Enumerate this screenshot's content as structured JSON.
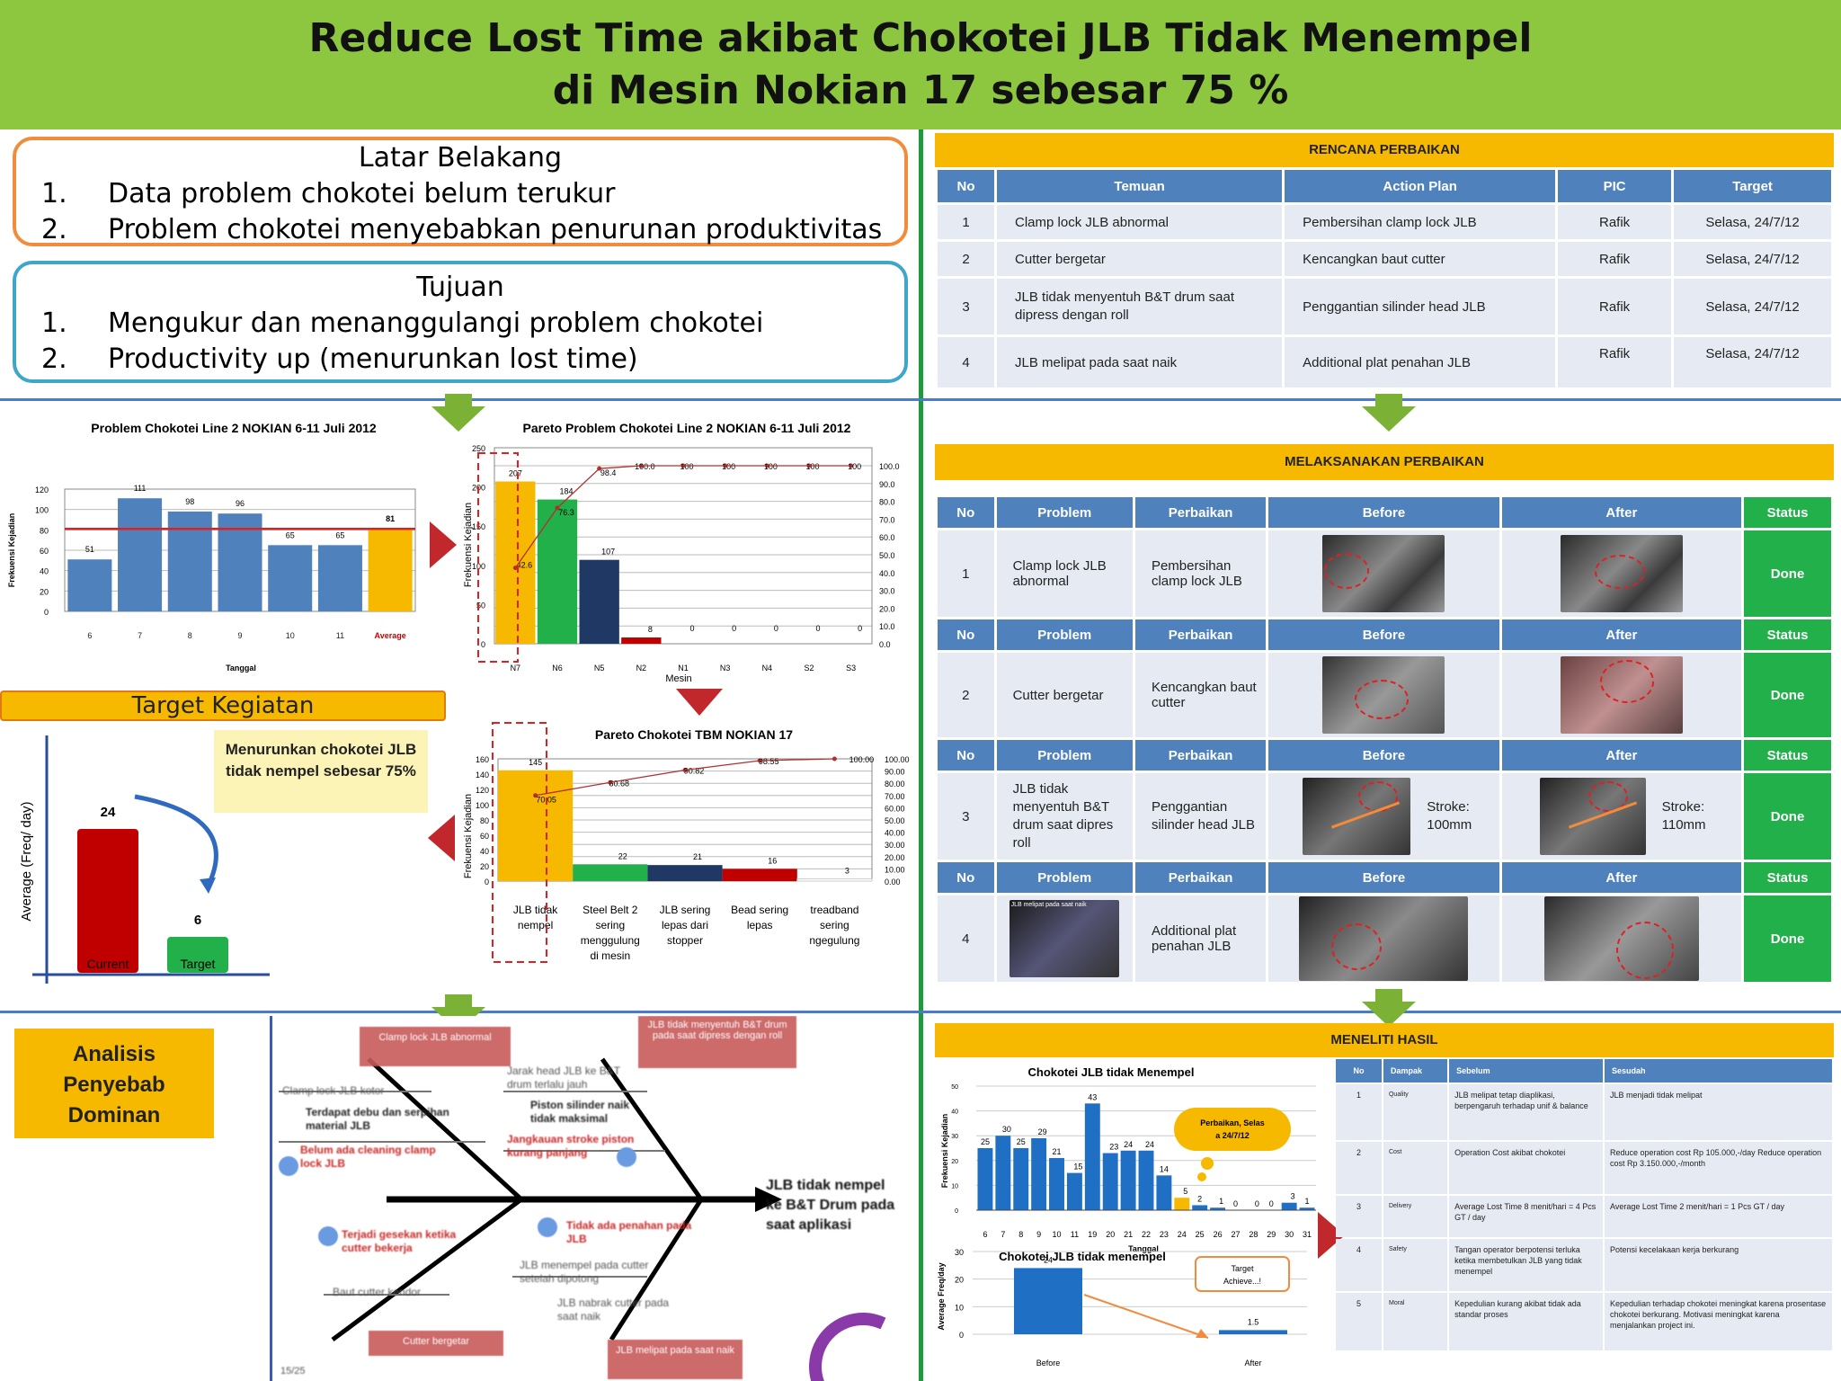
{
  "header": {
    "title_line1": "Reduce Lost Time akibat Chokotei JLB Tidak Menempel",
    "title_line2": "di Mesin Nokian 17 sebesar 75 %"
  },
  "latar": {
    "title": "Latar Belakang",
    "items": [
      {
        "n": "1.",
        "text": "Data problem chokotei belum terukur"
      },
      {
        "n": "2.",
        "text": "Problem chokotei menyebabkan penurunan produktivitas"
      }
    ]
  },
  "tujuan": {
    "title": "Tujuan",
    "items": [
      {
        "n": "1.",
        "text": "Mengukur dan menanggulangi problem chokotei"
      },
      {
        "n": "2.",
        "text": "Productivity up (menurunkan lost time)"
      }
    ]
  },
  "rencana": {
    "title": "RENCANA PERBAIKAN",
    "headers": [
      "No",
      "Temuan",
      "Action Plan",
      "PIC",
      "Target"
    ],
    "rows": [
      [
        "1",
        "Clamp lock JLB abnormal",
        "Pembersihan clamp lock JLB",
        "Rafik",
        "Selasa, 24/7/12"
      ],
      [
        "2",
        "Cutter bergetar",
        "Kencangkan baut cutter",
        "Rafik",
        "Selasa, 24/7/12"
      ],
      [
        "3",
        "JLB tidak menyentuh B&T drum saat dipress dengan roll",
        "Penggantian silinder head JLB",
        "Rafik",
        "Selasa, 24/7/12"
      ],
      [
        "4",
        "JLB melipat pada saat naik",
        "Additional plat penahan JLB",
        "Rafik",
        "Selasa, 24/7/12"
      ]
    ]
  },
  "melaksanakan": {
    "title": "MELAKSANAKAN PERBAIKAN",
    "headers": [
      "No",
      "Problem",
      "Perbaikan",
      "Before",
      "After",
      "Status"
    ],
    "rows": [
      {
        "no": "1",
        "problem": "Clamp lock JLB abnormal",
        "perbaikan": "Pembersihan clamp lock JLB",
        "before_note": "",
        "after_note": "",
        "status": "Done"
      },
      {
        "no": "2",
        "problem": "Cutter bergetar",
        "perbaikan": "Kencangkan baut cutter",
        "before_note": "",
        "after_note": "",
        "status": "Done"
      },
      {
        "no": "3",
        "problem": "JLB tidak menyentuh B&T drum saat dipres roll",
        "perbaikan": "Penggantian silinder head JLB",
        "before_note": "Stroke: 100mm",
        "after_note": "Stroke: 110mm",
        "status": "Done"
      },
      {
        "no": "4",
        "problem": "",
        "perbaikan": "Additional plat penahan JLB",
        "before_note": "",
        "after_note": "",
        "status": "Done",
        "problem_photo_caption": "JLB melipat pada saat naik"
      }
    ]
  },
  "target": {
    "title": "Target Kegiatan",
    "note": "Menurunkan chokotei JLB tidak nempel sebesar 75%"
  },
  "analisis": {
    "title": "Analisis Penyebab Dominan"
  },
  "fishbone": {
    "effect": "JLB tidak nempel ke B&T Drum pada saat aplikasi",
    "boxes": [
      "Clamp lock JLB abnormal",
      "JLB tidak menyentuh B&T drum pada saat dipress dengan roll",
      "Cutter bergetar",
      "JLB melipat pada saat naik"
    ],
    "causes": [
      "Clamp lock JLB kotor",
      "Terdapat debu dan serpihan material JLB",
      "Belum ada cleaning clamp lock JLB",
      "Jarak head JLB ke B&T drum terlalu jauh",
      "Piston silinder naik tidak maksimal",
      "Jangkauan stroke piston kurang panjang",
      "Terjadi gesekan ketika cutter bekerja",
      "Baut cutter kendor",
      "Tidak ada penahan pada JLB",
      "JLB menempel pada cutter setelah dipotong",
      "JLB nabrak cutter pada saat naik"
    ],
    "page": "15/25"
  },
  "meneliti": {
    "title": "MENELITI HASIL",
    "headers": [
      "No",
      "Dampak",
      "Sebelum",
      "Sesudah"
    ],
    "rows": [
      [
        "1",
        "Quality",
        "JLB melipat tetap diaplikasi, berpengaruh terhadap unif & balance",
        "JLB menjadi tidak melipat"
      ],
      [
        "2",
        "Cost",
        "Operation Cost akibat chokotei",
        "Reduce operation cost Rp 105.000,-/day Reduce operation cost Rp 3.150.000,-/month"
      ],
      [
        "3",
        "Delivery",
        "Average Lost Time 8 menit/hari = 4 Pcs GT / day",
        "Average Lost Time 2 menit/hari = 1 Pcs GT / day"
      ],
      [
        "4",
        "Safety",
        "Tangan operator berpotensi terluka ketika membetulkan JLB yang tidak menempel",
        "Potensi kecelakaan kerja berkurang"
      ],
      [
        "5",
        "Moral",
        "Kepedulian kurang akibat tidak ada standar proses",
        "Kepedulian terhadap chokotei meningkat karena prosentase chokotei berkurang. Motivasi meningkat karena menjalankan project ini."
      ]
    ]
  },
  "chart_data": [
    {
      "type": "bar",
      "title": "Problem Chokotei Line 2 NOKIAN 6-11 Juli 2012",
      "xlabel": "Tanggal",
      "ylabel": "Frekuensi Kejadian",
      "categories": [
        "6",
        "7",
        "8",
        "9",
        "10",
        "11",
        "Average"
      ],
      "values": [
        51,
        111,
        98,
        96,
        65,
        65,
        81
      ],
      "ylim": [
        0,
        120
      ],
      "yticks": [
        "0",
        "20",
        "40",
        "60",
        "80",
        "100",
        "120"
      ],
      "reference_line": 81,
      "colors": {
        "bar": "#4f81bd",
        "average": "#f7b900",
        "line": "#e02020"
      }
    },
    {
      "type": "bar",
      "title": "Pareto Problem Chokotei Line 2 NOKIAN 6-11 Juli 2012",
      "xlabel": "Mesin",
      "ylabel": "Frekuensi Kejadian",
      "categories": [
        "N7",
        "N6",
        "N5",
        "N2",
        "N1",
        "N3",
        "N4",
        "S2",
        "S3"
      ],
      "values": [
        207,
        184,
        107,
        8,
        0,
        0,
        0,
        0,
        0
      ],
      "cumulative_pct": [
        42.6,
        76.3,
        98.4,
        100.0,
        100,
        100,
        100,
        100,
        100
      ],
      "cumulative_labels": [
        "42.6",
        "76.3",
        "98.4",
        "100.0",
        "100",
        "100",
        "100",
        "100",
        "100"
      ],
      "ylim": [
        0,
        250
      ],
      "yticks": [
        "0",
        "50",
        "100",
        "150",
        "200",
        "250"
      ],
      "y2ticks": [
        "0.0",
        "10.0",
        "20.0",
        "30.0",
        "40.0",
        "50.0",
        "60.0",
        "70.0",
        "80.0",
        "90.0",
        "100.0"
      ],
      "colors": [
        "#f7b900",
        "#22b04a",
        "#1f3864",
        "#c00000"
      ]
    },
    {
      "type": "bar",
      "title": "Pareto Chokotei TBM NOKIAN 17",
      "ylabel": "Frekuensi Kejadian",
      "categories": [
        "JLB tidak nempel",
        "Steel Belt 2 sering menggulung di mesin",
        "JLB sering lepas dari stopper",
        "Bead sering lepas",
        "treadband sering ngegulung"
      ],
      "values": [
        145,
        22,
        21,
        16,
        3
      ],
      "cumulative_pct": [
        70.05,
        80.68,
        90.82,
        98.55,
        100.0
      ],
      "cumulative_labels": [
        "70.05",
        "80.68",
        "90.82",
        "98.55",
        "100.00"
      ],
      "ylim": [
        0,
        160
      ],
      "yticks": [
        "0",
        "20",
        "40",
        "60",
        "80",
        "100",
        "120",
        "140",
        "160"
      ],
      "y2ticks": [
        "0.00",
        "10.00",
        "20.00",
        "30.00",
        "40.00",
        "50.00",
        "60.00",
        "70.00",
        "80.00",
        "90.00",
        "100.00"
      ],
      "colors": [
        "#f7b900",
        "#22b04a",
        "#1f3864",
        "#c00000",
        "#ffffff"
      ]
    },
    {
      "type": "bar",
      "title": "",
      "ylabel": "Average  (Freq/ day)",
      "categories": [
        "Current",
        "Target"
      ],
      "values": [
        24,
        6
      ],
      "colors": [
        "#c00000",
        "#22b04a"
      ]
    },
    {
      "type": "bar",
      "title": "Chokotei JLB tidak Menempel",
      "xlabel": "Tanggal",
      "ylabel": "Frekuensi Kejadian",
      "categories": [
        "6",
        "7",
        "8",
        "9",
        "10",
        "11",
        "19",
        "20",
        "21",
        "22",
        "23",
        "24",
        "25",
        "26",
        "27",
        "28",
        "29",
        "30",
        "31"
      ],
      "values": [
        25,
        30,
        25,
        29,
        21,
        15,
        43,
        23,
        24,
        24,
        14,
        5,
        2,
        1,
        0,
        0,
        0,
        3,
        1
      ],
      "ylim": [
        0,
        50
      ],
      "yticks": [
        "0",
        "10",
        "20",
        "30",
        "40",
        "50"
      ],
      "annotation": "Perbaikan, Selasa 24/7/12",
      "colors": {
        "before": "#1f6fc5",
        "after": "#f7b900"
      }
    },
    {
      "type": "bar",
      "title": "Chokotei JLB tidak menempel",
      "ylabel": "Average Freq/day",
      "categories": [
        "Before",
        "After"
      ],
      "values": [
        24,
        1.5
      ],
      "data_labels": [
        "24",
        "1.5"
      ],
      "ylim": [
        0,
        30
      ],
      "yticks": [
        "0",
        "10",
        "20",
        "30"
      ],
      "annotation": "Target Achieve...!",
      "colors": {
        "bar": "#1f6fc5"
      }
    }
  ]
}
